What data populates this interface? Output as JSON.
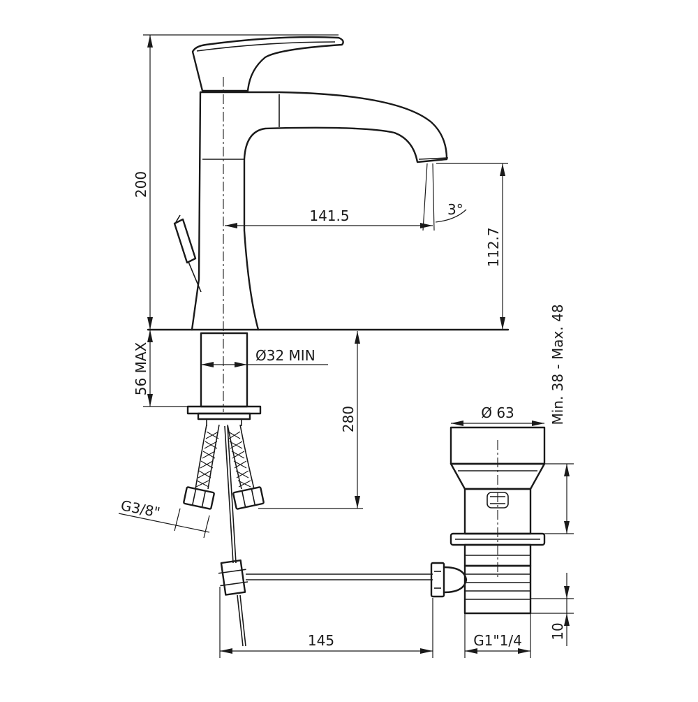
{
  "drawing": {
    "dimensions": {
      "overall_height": "200",
      "spout_reach": "141.5",
      "spout_angle": "3°",
      "spout_height": "112.7",
      "max_deck_thickness": "56 MAX",
      "hole_diameter": "Ø32 MIN",
      "hose_length": "280",
      "hose_thread": "G3/8\"",
      "drain_diameter": "Ø 63",
      "drain_range": "Min. 38 - Max. 48",
      "drain_rod_length": "145",
      "drain_thread": "G1\"1/4",
      "drain_thread_length": "10"
    }
  }
}
